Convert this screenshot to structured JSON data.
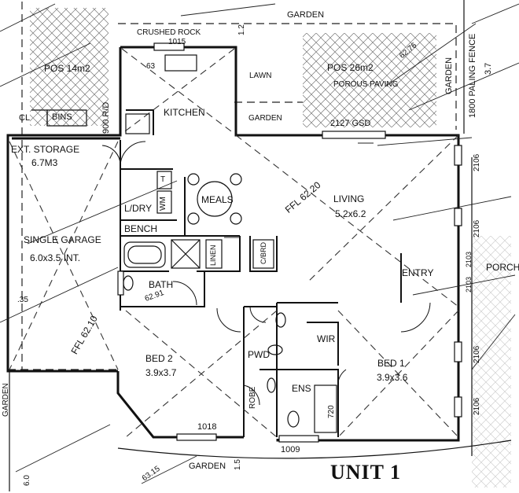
{
  "plan": {
    "title": "UNIT 1",
    "rooms": {
      "kitchen": "KITCHEN",
      "meals": "MEALS",
      "living": "LIVING",
      "living_size": "5.2x6.2",
      "ffl_living": "FFL 62.20",
      "garage": "SINGLE GARAGE",
      "garage_size": "6.0x3.5 INT.",
      "ffl_garage": "FFL 62.10",
      "ldry": "L/DRY",
      "wm": "WM",
      "t": "T",
      "bench": "BENCH",
      "linen": "LINEN",
      "cbrd": "C/BRD",
      "bath": "BATH",
      "bed2": "BED 2",
      "bed2_size": "3.9x3.7",
      "pwd": "PWD",
      "robe": "ROBE",
      "ens": "ENS",
      "wir": "WIR",
      "bed1": "BED 1",
      "bed1_size": "3.9x3.6",
      "entry": "ENTRY",
      "porch": "PORCH",
      "ext_storage": "EXT. STORAGE",
      "ext_storage_size": "6.7M3"
    },
    "outdoor": {
      "garden_top": "GARDEN",
      "crushed_rock": "CRUSHED ROCK",
      "pos_14": "POS 14m2",
      "pos_26": "POS 26m2",
      "porous_paving": "POROUS PAVING",
      "lawn": "LAWN",
      "garden_mid": "GARDEN",
      "garden_right": "GARDEN",
      "garden_bottom": "GARDEN",
      "garden_left": "GARDEN",
      "fence": "1800 PALING FENCE",
      "cl": "CL",
      "bins": "BINS",
      "rod": "900 R/D"
    },
    "dimensions": {
      "d1015": "1015",
      "d12": "1.2",
      "d63": "63",
      "d2127": "2127 GSD",
      "d37": "3.7",
      "d2106a": "2106",
      "d2106b": "2106",
      "d2103a": "2103",
      "d2103b": "2103",
      "d2106c": "2106",
      "d2106d": "2106",
      "d35": ".35",
      "d1018": "1018",
      "d1009": "1009",
      "d15": "1.5",
      "d60": "6.0",
      "d6315": "63.15",
      "d720": "720",
      "d6276": "62.76",
      "d6291": "62.91"
    }
  }
}
